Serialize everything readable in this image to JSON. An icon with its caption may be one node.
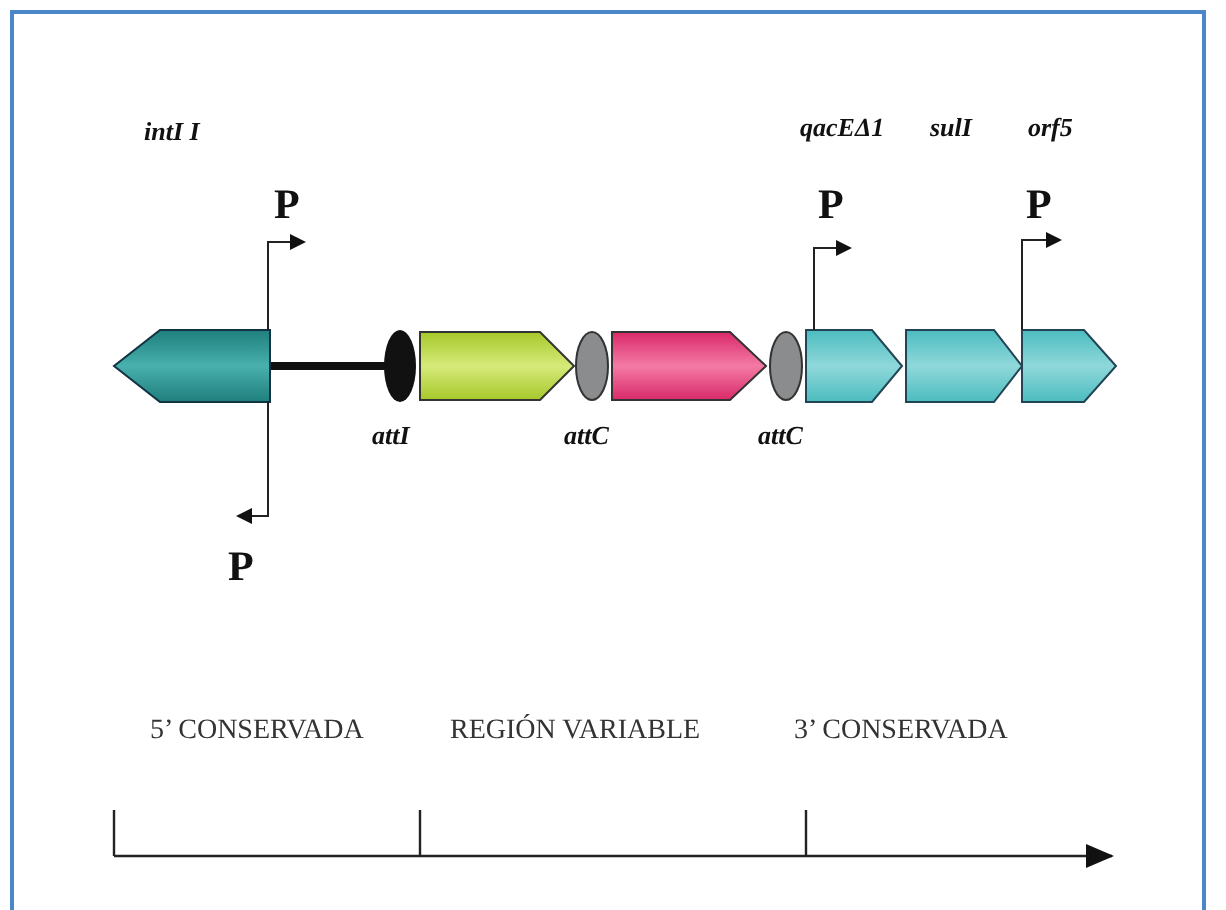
{
  "diagram": {
    "labels": [
      "intI I",
      "qacEΔ1",
      "sulI",
      "orf5",
      "P",
      "P",
      "P",
      "attI",
      "attC",
      "attC",
      "P",
      "5’ CONSERVADA",
      "REGIÓN VARIABLE",
      "3’ CONSERVADA"
    ]
  }
}
